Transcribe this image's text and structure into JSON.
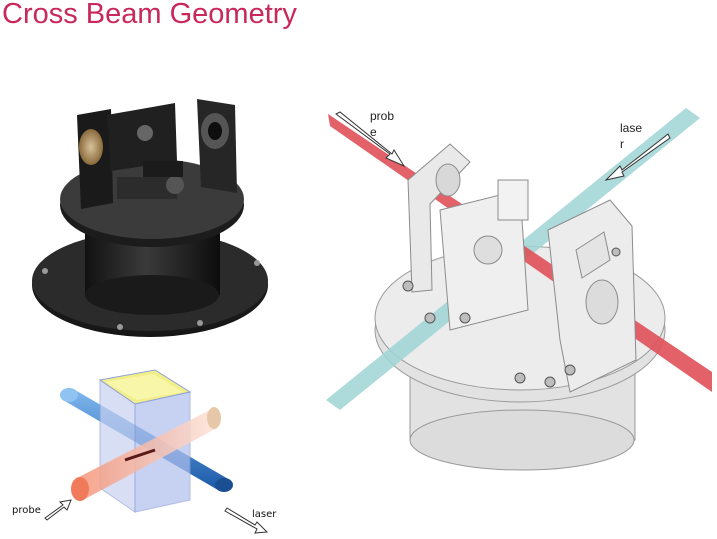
{
  "slide": {
    "title": "Cross Beam Geometry"
  },
  "schematic": {
    "labels": {
      "probe": "probe",
      "laser": "laser"
    },
    "colors": {
      "probe_cone": "#f4a48e",
      "laser_rod": "#1f6fc8",
      "cuvette": "#9fb3e6",
      "sample_top": "#f3f08a"
    }
  },
  "drawing": {
    "labels": {
      "probe_line1": "prob",
      "probe_line2": "e",
      "laser_line1": "lase",
      "laser_line2": "r"
    },
    "colors": {
      "probe_beam": "#e05058",
      "laser_beam": "#9fd3d3",
      "body": "#dcdcdc"
    }
  }
}
